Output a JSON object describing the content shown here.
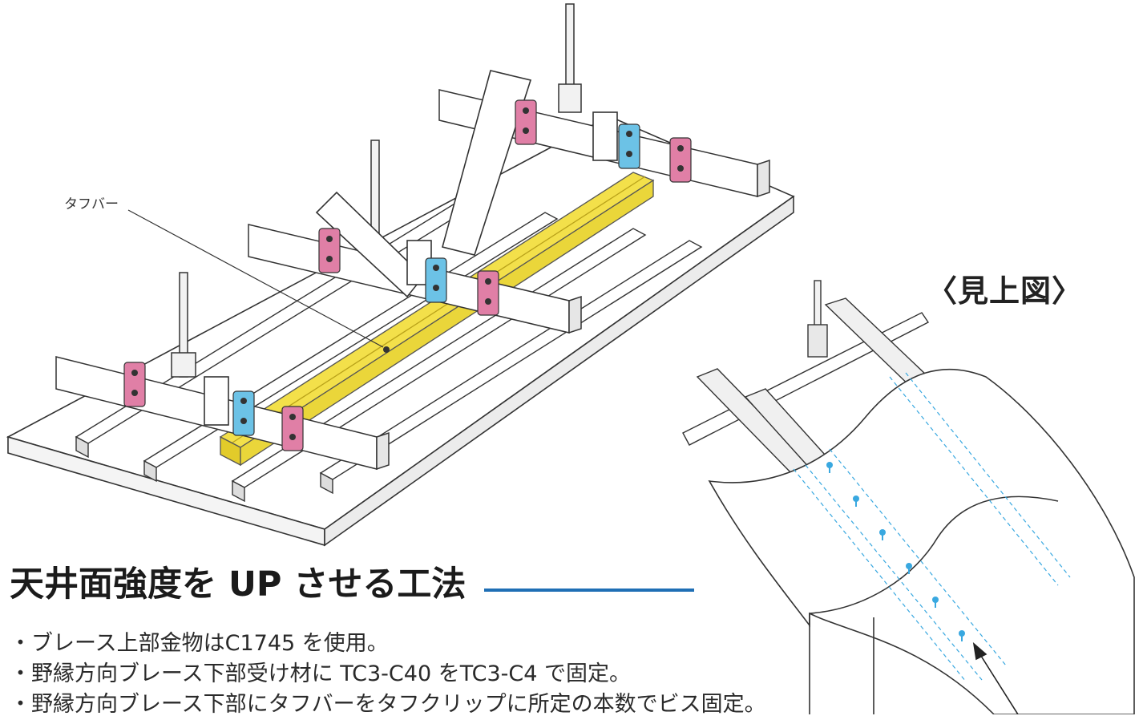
{
  "diagram": {
    "callout_label": "タフバー",
    "view_title": "〈見上図〉",
    "colors": {
      "pink_clip": "#e07fa6",
      "blue_clip": "#6cc2e6",
      "yellow_bar": "#f3e04a",
      "accent_rule": "#1f6fb5"
    }
  },
  "section": {
    "heading": "天井面強度を UP させる工法",
    "bullets": [
      "・ブレース上部金物はC1745 を使用。",
      "・野縁方向ブレース下部受け材に TC3-C40 をTC3-C4 で固定。",
      "・野縁方向ブレース下部にタフバーをタフクリップに所定の本数でビス固定。"
    ]
  }
}
